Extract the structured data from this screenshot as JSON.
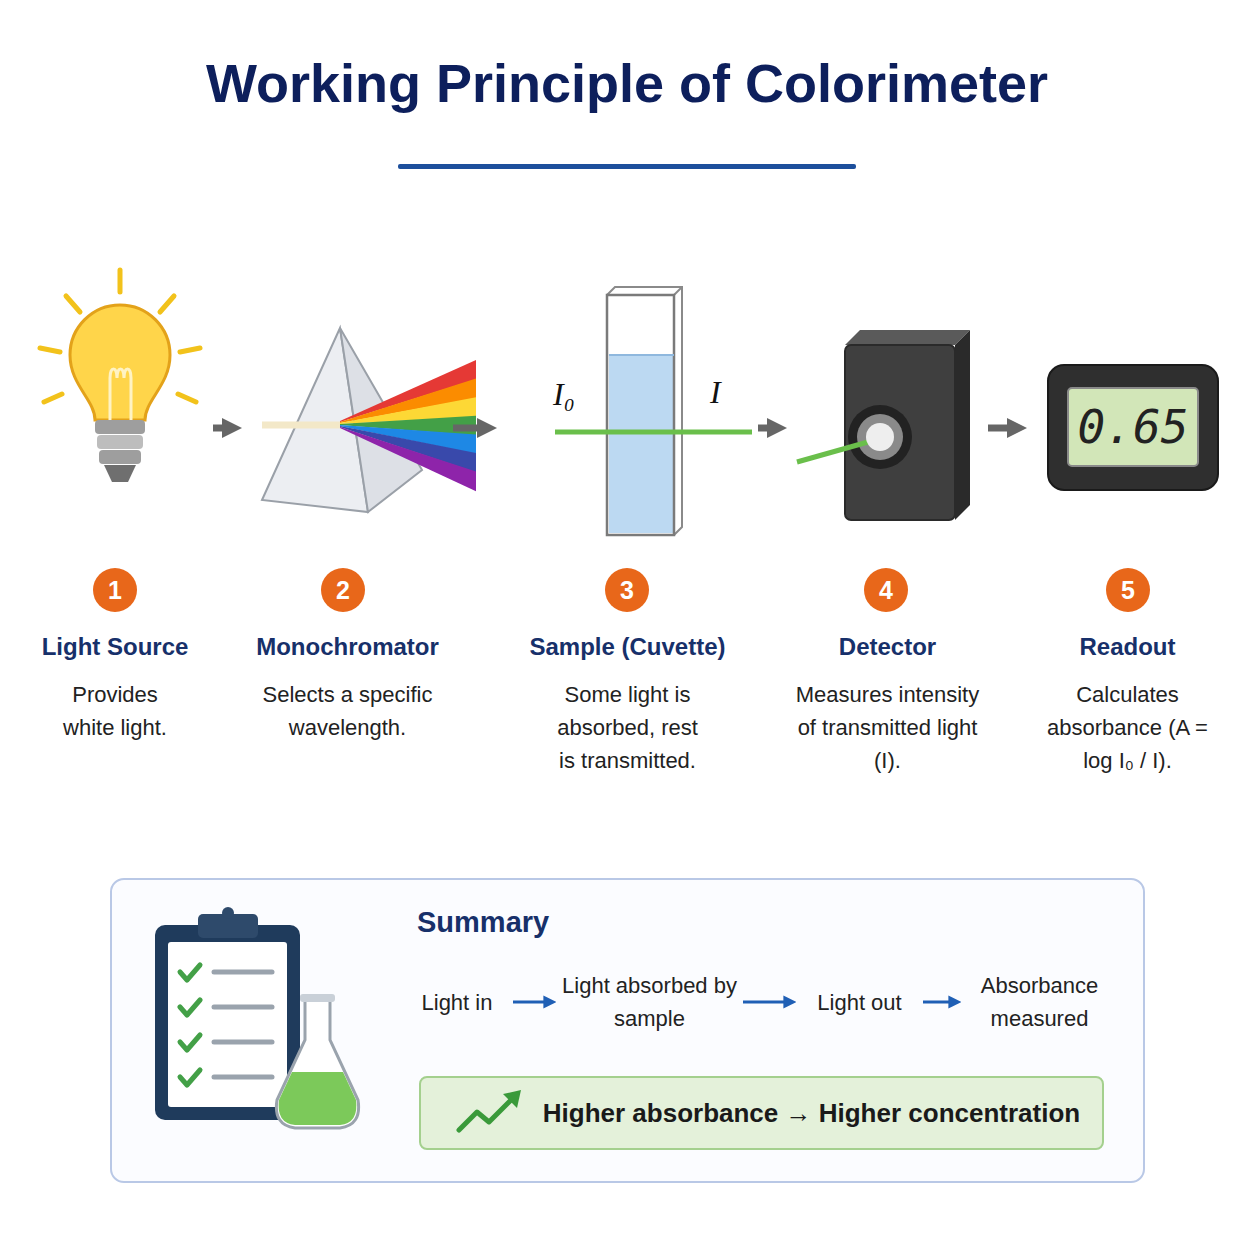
{
  "diagram": {
    "title": "Working Principle of Colorimeter",
    "nodes": [
      {
        "text": [
          "Light Source",
          "Provides white light."
        ]
      },
      {
        "text": [
          "Monochromator",
          "Selects a specific wavelength."
        ]
      },
      {
        "text": [
          "Sample (Cuvette)",
          "Some light is absorbed, rest is transmitted."
        ]
      },
      {
        "text": [
          "Detector",
          "Measures intensity of transmitted light (I)."
        ]
      },
      {
        "text": [
          "Readout",
          "Calculates absorbance (A = log I₀ / I)."
        ]
      },
      {
        "text": [
          "Summary"
        ]
      },
      {
        "text": [
          "Light in"
        ],
        "in": 5
      },
      {
        "text": [
          "Light absorbed by sample"
        ],
        "in": 5
      },
      {
        "text": [
          "Light out"
        ],
        "in": 5
      },
      {
        "text": [
          "Absorbance measured"
        ],
        "in": 5
      },
      {
        "text": [
          "Higher absorbance → Higher concentration"
        ],
        "in": 5
      }
    ],
    "edges": [
      {
        "from": 0,
        "to": 1,
        "arrow": "to"
      },
      {
        "from": 1,
        "to": 2,
        "arrow": "to"
      },
      {
        "from": 2,
        "to": 3,
        "arrow": "to"
      },
      {
        "from": 3,
        "to": 4,
        "arrow": "to"
      },
      {
        "from": 6,
        "to": 7,
        "arrow": "to"
      },
      {
        "from": 7,
        "to": 8,
        "arrow": "to"
      },
      {
        "from": 8,
        "to": 9,
        "arrow": "to"
      }
    ],
    "labels": [
      "1",
      "2",
      "3",
      "4",
      "5",
      "I₀",
      "I",
      "0.65"
    ]
  }
}
